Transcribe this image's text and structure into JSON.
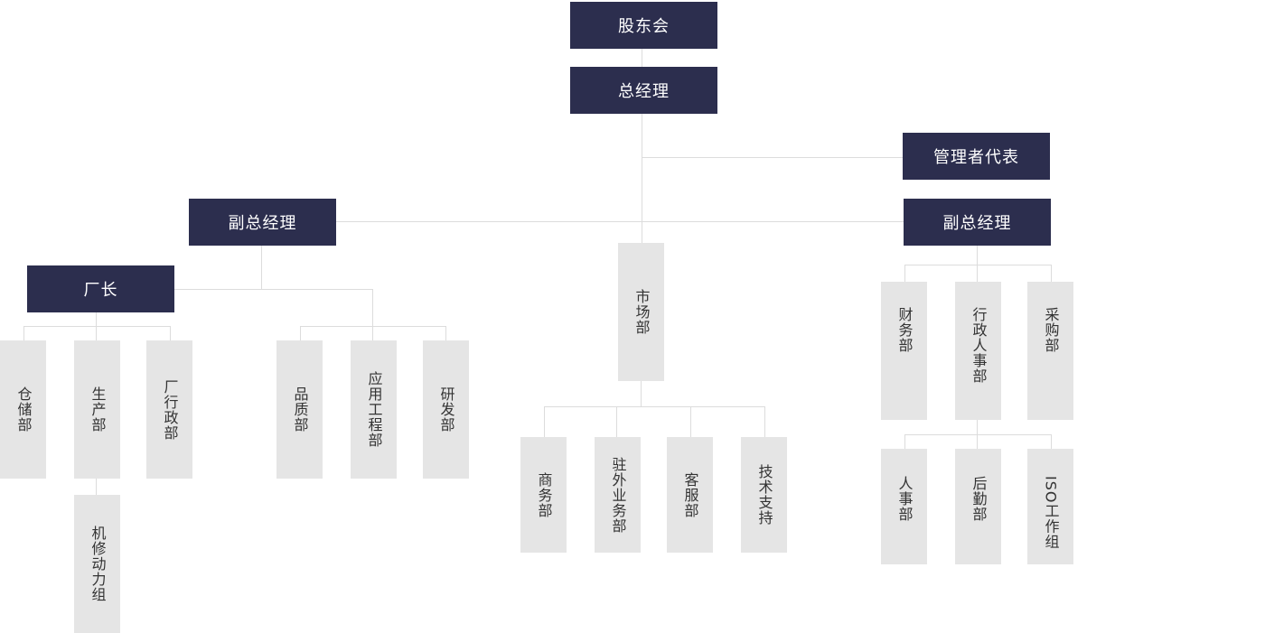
{
  "colors": {
    "dark_box": "#2c2e4e",
    "light_box": "#e5e5e5",
    "connector": "#dcdcdc"
  },
  "org": {
    "board": "股东会",
    "gm": "总经理",
    "mgmt_rep": "管理者代表",
    "vp_left": "副总经理",
    "vp_right": "副总经理",
    "plant_manager": "厂长",
    "dept": {
      "warehouse": "仓储部",
      "production": "生产部",
      "plant_admin": "厂行政部",
      "mech_power": "机修动力组",
      "quality": "品质部",
      "app_eng": "应用工程部",
      "rnd": "研发部",
      "market": "市场部",
      "business": "商务部",
      "field_service": "驻外业务部",
      "customer_service": "客服部",
      "tech_support": "技术支持",
      "finance": "财务部",
      "admin_hr": "行政人事部",
      "purchasing": "采购部",
      "hr": "人事部",
      "logistics": "后勤部",
      "iso": "ISO工作组"
    }
  }
}
